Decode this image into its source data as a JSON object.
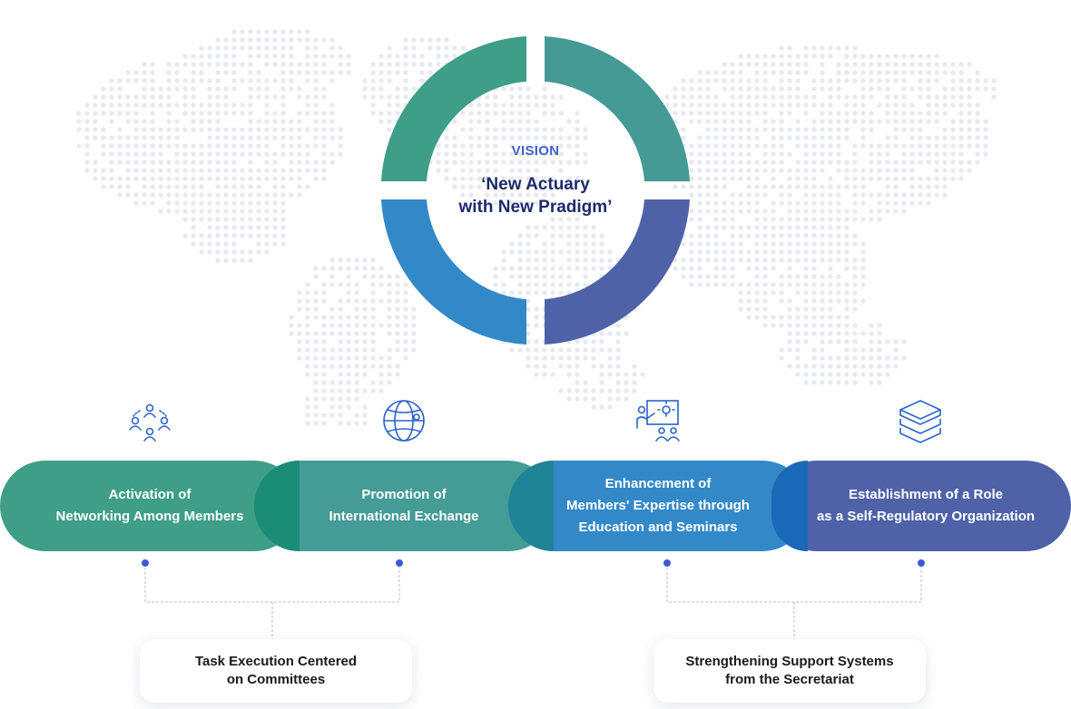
{
  "vision": {
    "label": "VISION",
    "title": "‘New Actuary\nwith New Pradigm’"
  },
  "ring_colors": {
    "top_left": "#3e9e88",
    "top_right": "#459a95",
    "bottom_left": "#3389c8",
    "bottom_right": "#4f62a8"
  },
  "strategies": [
    {
      "icon": "people-network-icon",
      "text": "Activation of\nNetworking Among Members",
      "color": "#3e9e86"
    },
    {
      "icon": "globe-icon",
      "text": "Promotion of\nInternational Exchange",
      "color": "#459b95"
    },
    {
      "icon": "presentation-icon",
      "text": "Enhancement of\nMembers' Expertise through\nEducation and Seminars",
      "color": "#3389c8"
    },
    {
      "icon": "books-icon",
      "text": "Establishment of a Role\nas a Self-Regulatory Organization",
      "color": "#4f62a8"
    }
  ],
  "groups": [
    {
      "text": "Task Execution Centered\non Committees"
    },
    {
      "text": "Strengthening Support Systems\nfrom the Secretariat"
    }
  ]
}
